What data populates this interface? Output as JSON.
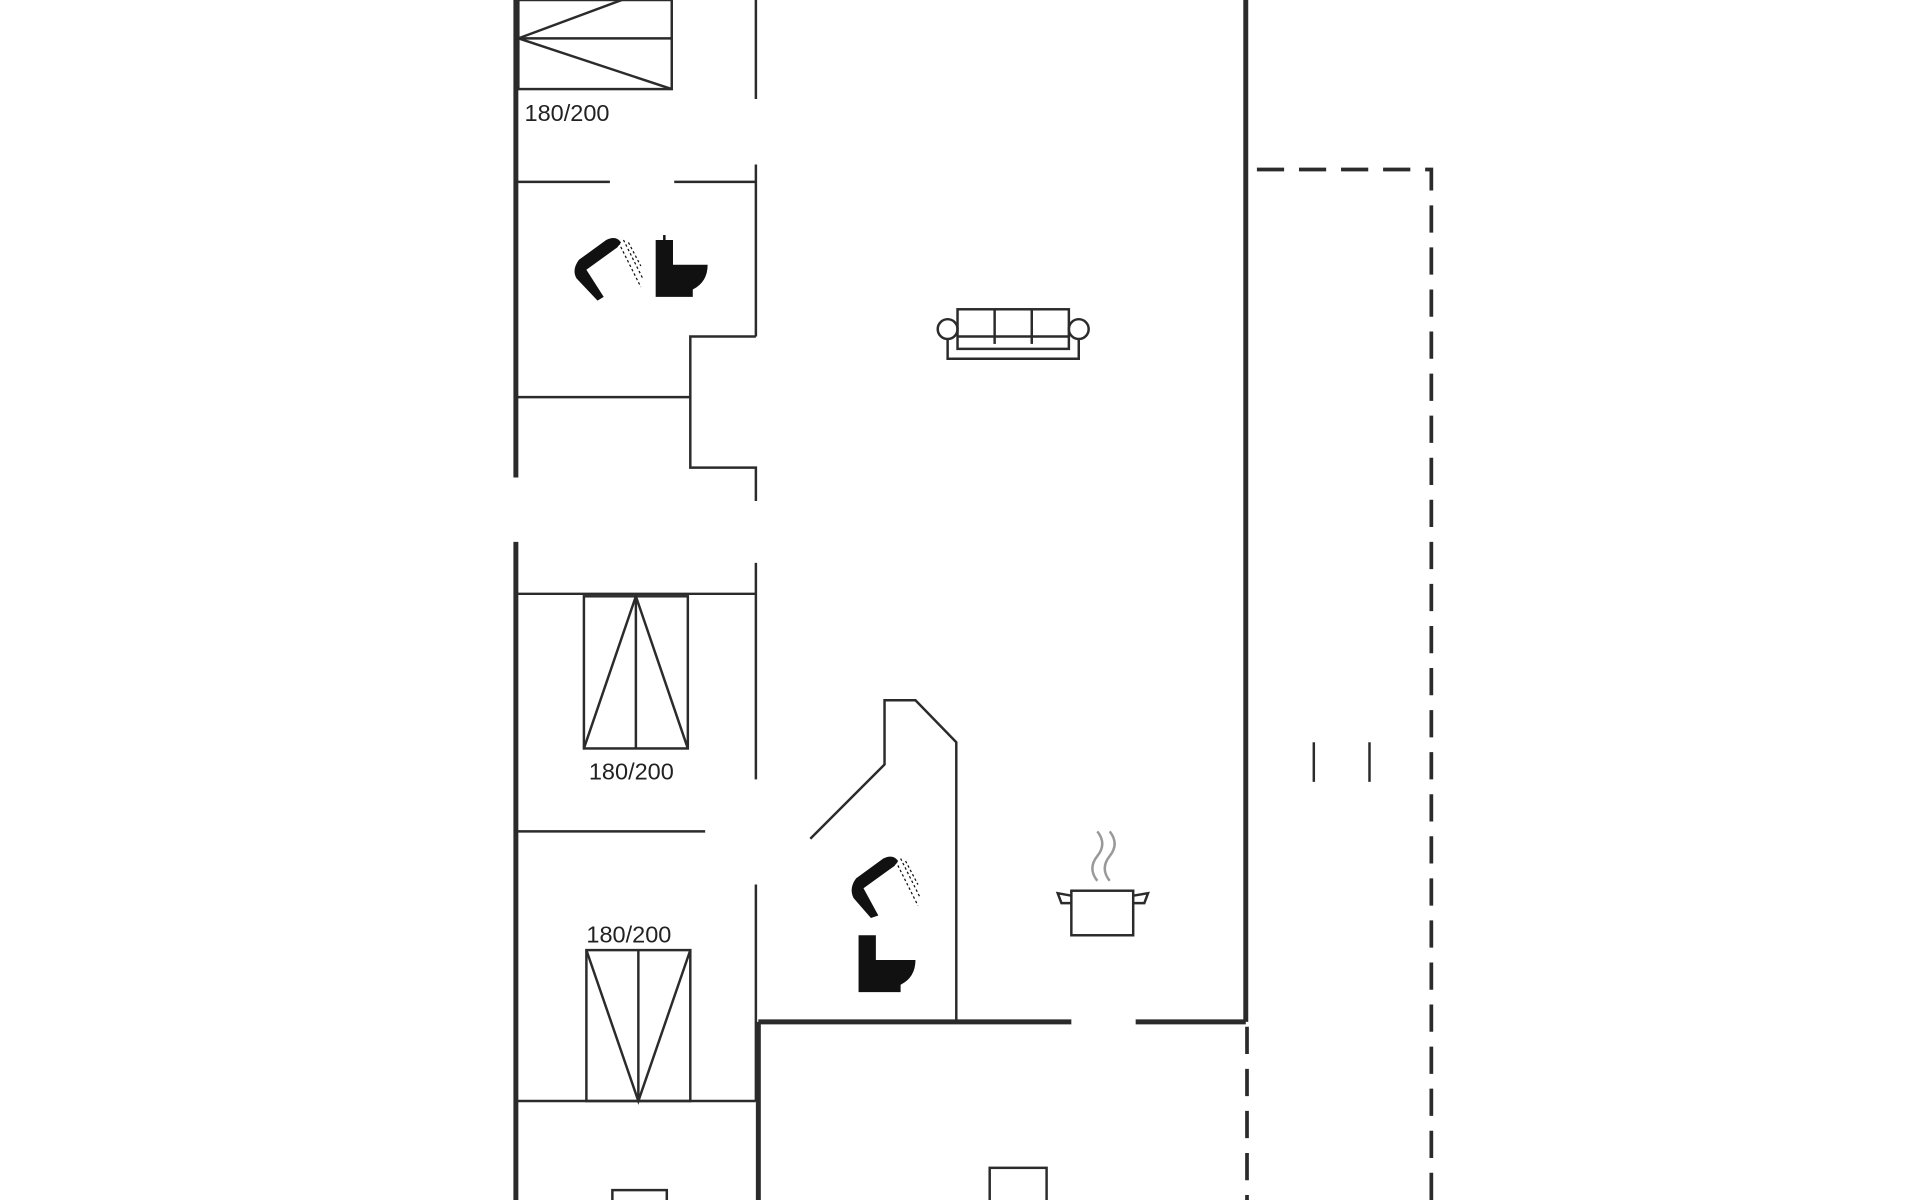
{
  "floorplan": {
    "bed_labels": [
      "180/200",
      "180/200",
      "180/200"
    ],
    "icons": [
      "shower-icon",
      "toilet-icon",
      "sofa-icon",
      "cooking-pot-icon"
    ]
  }
}
